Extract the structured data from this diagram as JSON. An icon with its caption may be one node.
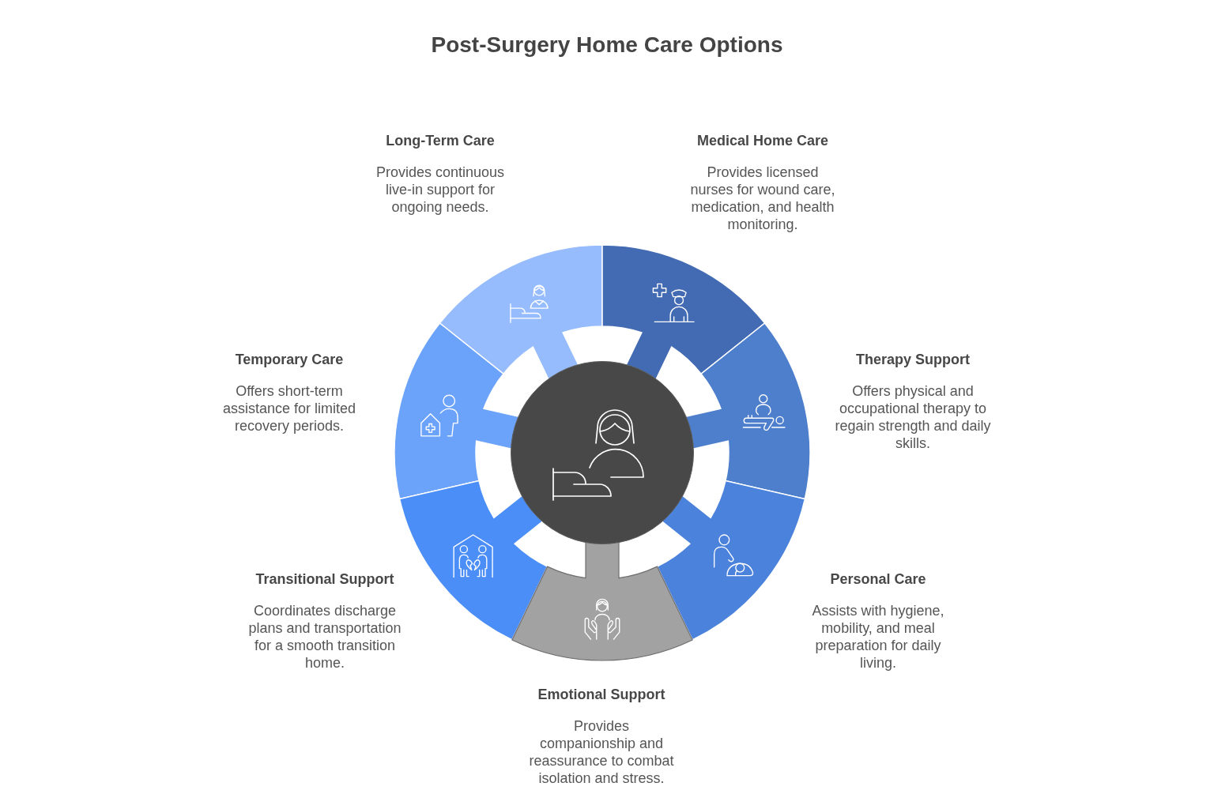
{
  "diagram": {
    "title": "Post-Surgery Home Care Options",
    "nodes": [
      {
        "text": [
          "Long-Term Care",
          "Provides continuous live-in support for ongoing needs."
        ]
      },
      {
        "text": [
          "Medical Home Care",
          "Provides licensed nurses for wound care, medication, and health monitoring."
        ]
      },
      {
        "text": [
          "Temporary Care",
          "Offers short-term assistance for limited recovery periods."
        ]
      },
      {
        "text": [
          "Therapy Support",
          "Offers physical and occupational therapy to regain strength and daily skills."
        ]
      },
      {
        "text": [
          "Transitional Support",
          "Coordinates discharge plans and transportation for a smooth transition home."
        ]
      },
      {
        "text": [
          "Personal Care",
          "Assists with hygiene, mobility, and meal preparation for daily living."
        ]
      },
      {
        "text": [
          "Emotional Support",
          "Provides companionship and reassurance to combat isolation and stress."
        ]
      },
      {
        "text": [],
        "shape": "circle"
      }
    ]
  }
}
